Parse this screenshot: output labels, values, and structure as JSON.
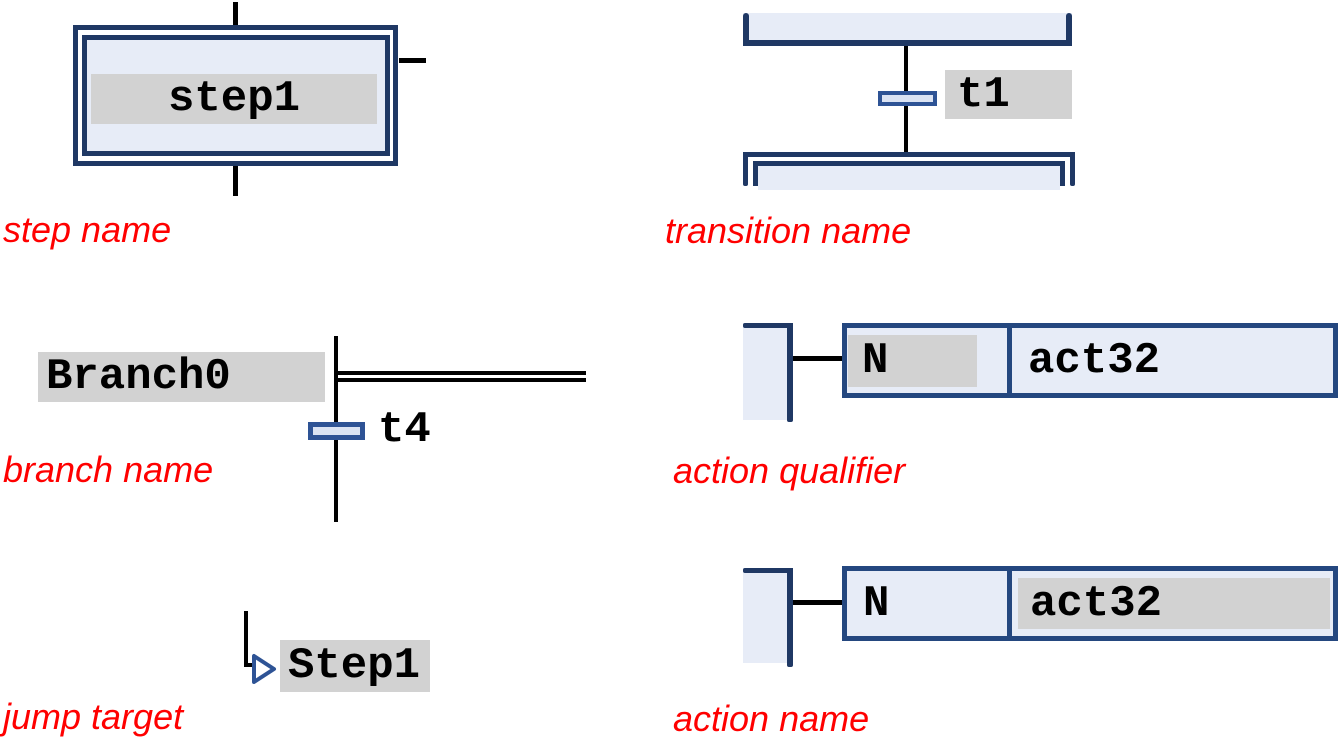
{
  "figures": {
    "step": {
      "label": "step name",
      "step_text": "step1"
    },
    "transition": {
      "label": "transition name",
      "transition_text": "t1"
    },
    "branch": {
      "label": "branch name",
      "branch_text": "Branch0",
      "transition_text": "t4"
    },
    "action_qualifier": {
      "label": "action qualifier",
      "qualifier_text": "N",
      "action_text": "act32"
    },
    "jump": {
      "label": "jump target",
      "target_text": "Step1"
    },
    "action_name": {
      "label": "action name",
      "qualifier_text": "N",
      "action_text": "act32"
    }
  },
  "colors": {
    "border_dark_blue": "#1f3864",
    "border_medium_blue": "#2e5395",
    "fill_light_blue": "#e7ecf7",
    "fill_transition_blue": "#dbe3f3",
    "highlight_gray": "#d2d2d2",
    "annotation_red": "#ff0000",
    "line_black": "#000000"
  }
}
